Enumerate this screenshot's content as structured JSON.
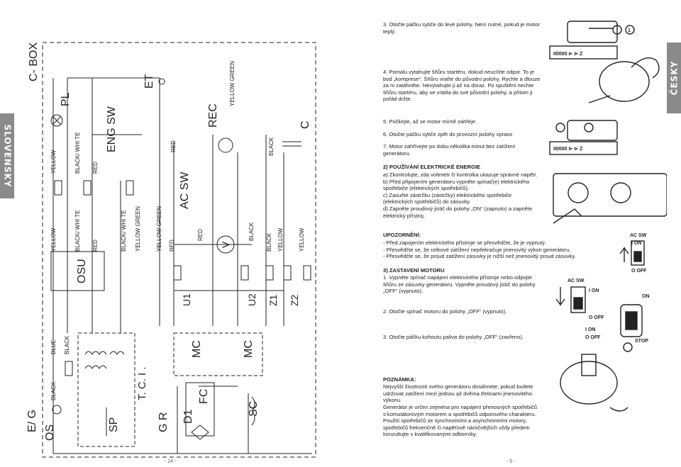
{
  "side_tabs": {
    "left": "SLOVENSKY",
    "right": "ČESKY"
  },
  "page_numbers": {
    "left": "- 24 -",
    "right": "- 5 -"
  },
  "diagram_labels": {
    "c_box": "C- BOX",
    "pl": "PL",
    "et": "ET",
    "eng_sw": "ENG SW",
    "rec": "REC",
    "c": "C",
    "ac_sw": "AC SW",
    "v": "V",
    "osu": "OSU",
    "u1": "U1",
    "u2": "U2",
    "z1": "Z1",
    "z2": "Z2",
    "tci": "T. C. I .",
    "mc1": "MC",
    "mc2": "MC",
    "fc": "FC",
    "d1": "D1",
    "sc": "SC",
    "gr": "G R",
    "eg": "E/ G",
    "os": "OS",
    "sp": "SP",
    "wire_yellow": "YELLOW",
    "wire_black_white": "BLACK/ WHI TE",
    "wire_red": "RED",
    "wire_yellow_green": "YELLOW GREEN",
    "wire_black": "BLACK",
    "wire_blue": "BLUE"
  },
  "text": {
    "step3": "3. Otočte páčku sytiče do levé polohy. Není nutné, pokud je motor teplý.",
    "step4": "4. Pomalu vytahujte šňůru startéru, dokud neucítíte odpor. To je bod „komprese“. Šňůru vraťte do původní polohy. Rychle a dlouze za ni zatáhněte. Nevytahujte ji až na doraz. Po spuštění nechte šňůru startéru, aby se vrátila do své původní polohy, a přitom ji pořád držte.",
    "step5": "5. Počkejte, až se motor mírně zahřeje.",
    "step6": "6. Otočte páčku sytiče zpět do provozní polohy vpravo",
    "step7": "7. Motor zahřívejte po dobu několika minut bez zatížení generátoru.",
    "h_elec": "2) POUŽÍVÁNÍ ELEKTRICKÉ ENERGIE",
    "elec_a": "a) Zkontrolujte, zda voltmetr či kontrolka ukazuje správné napětí.",
    "elec_b": "b) Před připojením generátoru vypněte spínač(e) elektrického spotřebiče (elektrických spotřebičů).",
    "elec_c": "c) Zasuňte zástrčku (zástrčky) elektrického spotřebiče (elektrických spotřebičů) do zásuvky.",
    "elec_d": "d) Zapněte proudový jistič do polohy „ON“ (zapnuto) a zapněte elektrický přístroj.",
    "h_warn": "UPOZORNĚNÍ:",
    "warn1": "- Před zapojením elektrického přístroje se přesvědčte, že je vypnutý.",
    "warn2": "- Přesvědčte se, že celkové zatížení nepřekračuje jmenovitý výkon generátoru.",
    "warn3": "- Přesvědčte se, že proud zatížení zásuvky je nižší než jmenovitý proud zásuvky.",
    "h_stop": "3) ZASTAVENÍ MOTORU",
    "stop1": "1. Vypněte spínač napájení elektrického přístroje nebo odpojte šňůru ze zásuvky generátoru. Vypněte proudový jistič do polohy „OFF“ (vypnuto).",
    "stop2": "2. Otočte spínač motoru do polohy „OFF“ (vypnuto).",
    "stop3": "3. Otočte páčku kohoutu paliva do polohy „OFF“ (zavřeno).",
    "h_note": "POZNÁMKA:",
    "note1": "Nejvyšší životnosti svého generátoru dosáhnete, pokud budete udržovat zatížení mezi jednou až dvěma třetinami jmenovitého výkonu.",
    "note2": "Generátor je určen zejména pro napájení přenosných spotřebičů s komutátorovým motorem a spotřebičů odporového charakteru. Použití spotřebičů se synchronními a asynchronními motory, spotřebičů frekvenčně či napěťově náročnějších vždy předem konzultujte s kvalifikovanými odborníky."
  },
  "illustration_labels": {
    "ac_sw_a": "AC SW",
    "ion_a": "I ON",
    "ooff_a": "O OFF",
    "ac_sw_b": "AC SW",
    "ion_b": "I ON",
    "ooff_b": "O OFF",
    "on": "ON",
    "ion_c": "I ON",
    "ooff_c": "O OFF",
    "stop": "STOP",
    "choke_scale": "II0000 ⊳ ⊳ Z",
    "num1": "1"
  }
}
